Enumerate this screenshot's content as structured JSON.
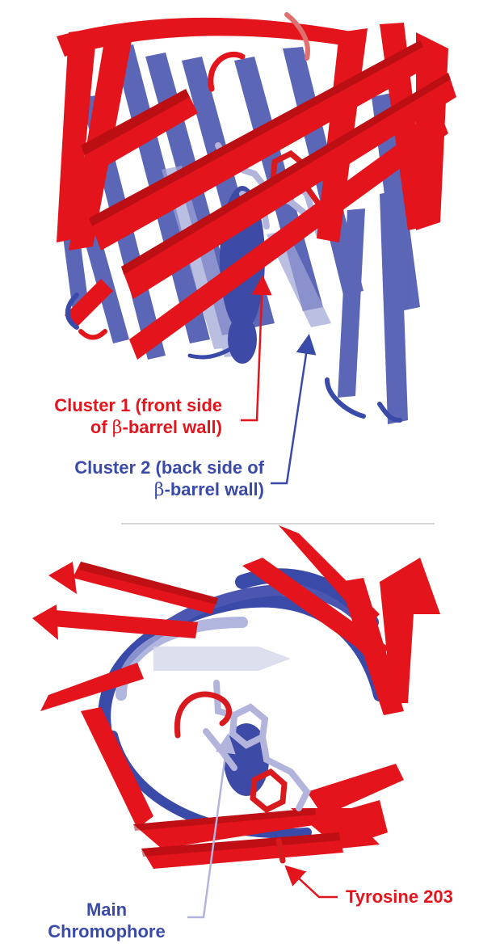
{
  "colors": {
    "cluster1_red": "#e3141b",
    "cluster2_blue": "#3a4aa8",
    "chromophore_lavender": "#b2b4dc",
    "divider": "#c8c8c8"
  },
  "top_panel": {
    "view": "side view of β-barrel",
    "cluster1_label": {
      "line1": "Cluster 1 (front side",
      "line2_prefix": "of ",
      "beta": "β",
      "line2_suffix": "-barrel wall)"
    },
    "cluster2_label": {
      "line1": "Cluster 2 (back side of",
      "beta": "β",
      "line2_suffix": "-barrel wall)"
    }
  },
  "bottom_panel": {
    "view": "top-down view through barrel",
    "chromophore_label": {
      "line1": "Main",
      "line2": "Chromophore"
    },
    "tyrosine_label": "Tyrosine 203"
  }
}
